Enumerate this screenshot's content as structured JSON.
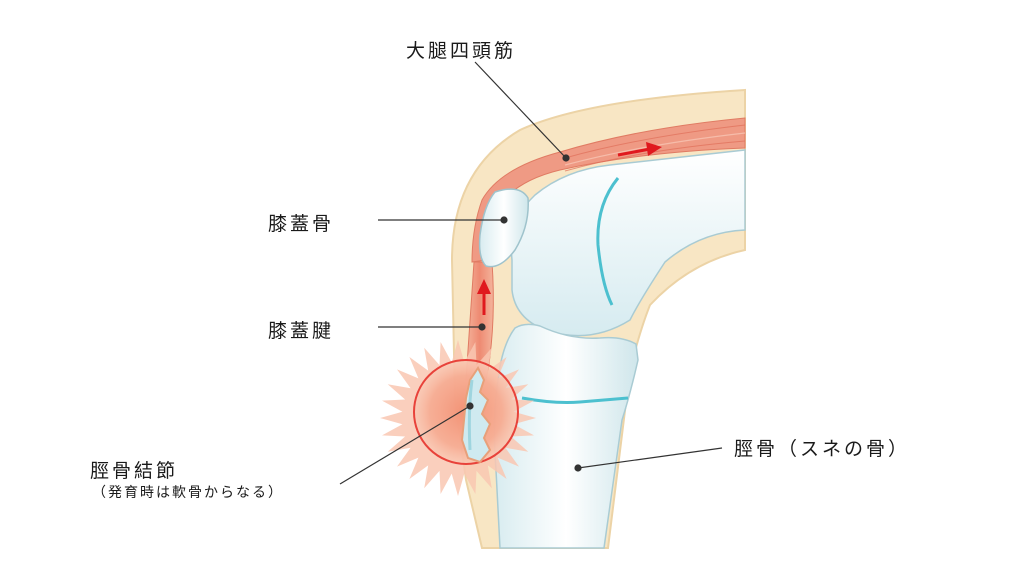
{
  "labels": {
    "quadriceps": "大腿四頭筋",
    "patella": "膝蓋骨",
    "patellar_tendon": "膝蓋腱",
    "tibial_tuberosity": "脛骨結節",
    "tibial_tuberosity_note": "（発育時は軟骨からなる）",
    "tibia": "脛骨（スネの骨）"
  },
  "colors": {
    "skin": "#f8e6c4",
    "skin_edge": "#ecd3a6",
    "muscle": "#ef9a84",
    "muscle_dark": "#e06d59",
    "bone": "#eaf3f5",
    "bone_shade": "#bfdfe6",
    "cartilage_line": "#4cc0cf",
    "arrow": "#e0191e",
    "inflammation": "#f6b39a",
    "leader_line": "#333333"
  }
}
